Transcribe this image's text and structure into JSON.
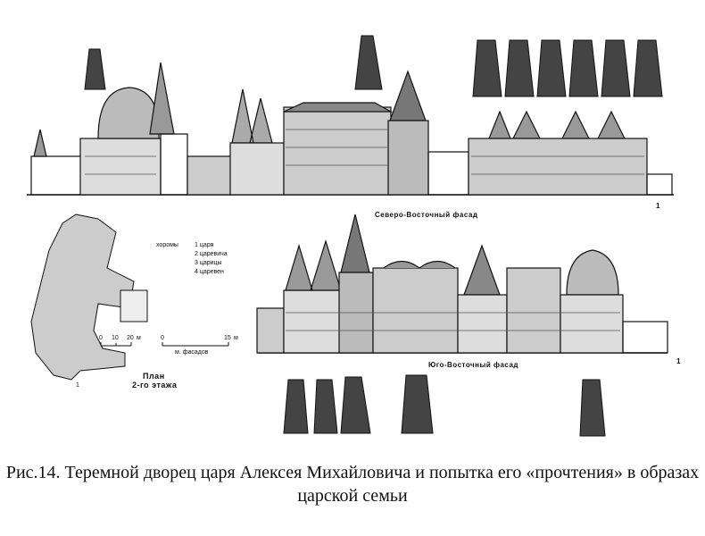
{
  "figure": {
    "facade_ne_label": "Северо-Восточный фасад",
    "facade_se_label": "Юго-Восточный фасад",
    "facade_ne_number": "1",
    "facade_se_number": "1",
    "legend": {
      "title": "хоромы",
      "items": [
        "1 царя",
        "2 царевича",
        "3 царицы",
        "4 царевен"
      ]
    },
    "scale_plan": {
      "ticks": [
        "0",
        "10",
        "20"
      ],
      "unit": "м"
    },
    "scale_facade": {
      "ticks": [
        "0",
        "15"
      ],
      "unit": "м",
      "label": "м. фасадов"
    },
    "plan_title_line1": "План",
    "plan_title_line2": "2-го этажа",
    "plan_number": "1"
  },
  "caption": {
    "line1": "Рис.14. Теремной дворец царя Алексея Михайловича и попытка его «прочтения» в образах",
    "line2": "царской семьи"
  }
}
